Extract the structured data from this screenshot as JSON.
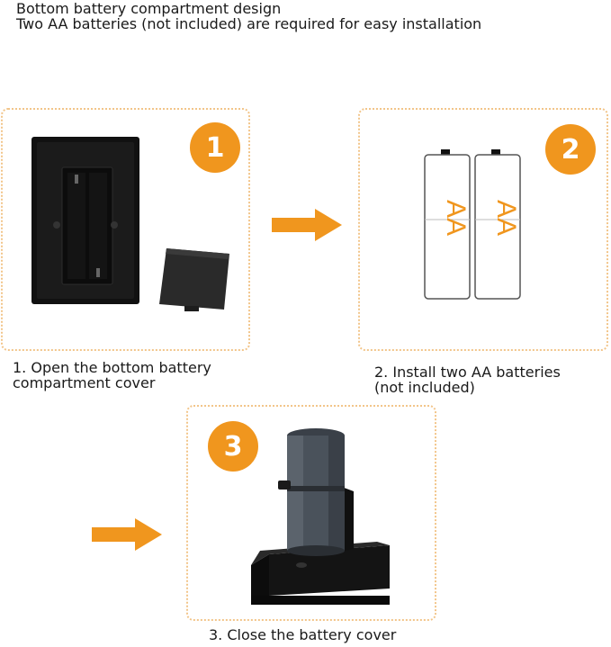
{
  "header": {
    "line1": "Bottom battery compartment design",
    "line2": "Two AA batteries (not included) are required for easy installation"
  },
  "steps": [
    {
      "number": "1",
      "caption_line1": "1. Open the bottom battery",
      "caption_line2": "compartment cover"
    },
    {
      "number": "2",
      "caption_line1": "2. Install two AA batteries",
      "caption_line2": "(not included)",
      "battery_label": "AA"
    },
    {
      "number": "3",
      "caption_line1": "3. Close the battery cover"
    }
  ],
  "colors": {
    "accent": "#f0961e",
    "panel_border": "#f2c58a"
  }
}
